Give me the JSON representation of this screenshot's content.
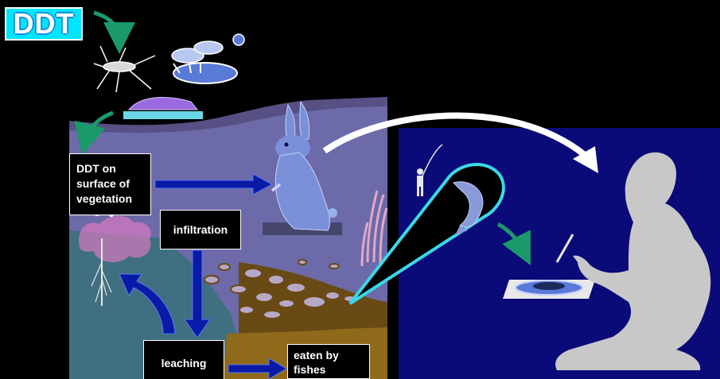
{
  "title": "DDT",
  "labels": {
    "ddt_on_vegetation": [
      "DDT on",
      "surface of",
      "vegetation"
    ],
    "infiltration": "infiltration",
    "leaching": "leaching",
    "eaten_by_fishes": [
      "eaten by",
      "fishes"
    ]
  },
  "colors": {
    "background": "#000000",
    "title_fill": "#00e5ff",
    "title_outline": "#1a8fd8",
    "land_panel": "#6c6aa8",
    "ground_panel": "#3f6f80",
    "water_panel": "#0a0a78",
    "soil": "#6a4a14",
    "soil_light": "#8f6a1a",
    "arrow_blue": "#0a1aa8",
    "arrow_teal": "#1a9a6a",
    "arrow_white": "#ffffff",
    "woman_silhouette": "#c8c8c8",
    "cone_outline": "#3ad8e8"
  },
  "icons": [
    "mosquito-icon",
    "wasp-icon",
    "caterpillar-icon",
    "rabbit-icon",
    "dandelion-icon",
    "grass-icon",
    "fisherman-icon",
    "fish-icon",
    "plate-icon",
    "fork-icon",
    "pregnant-woman-icon"
  ]
}
